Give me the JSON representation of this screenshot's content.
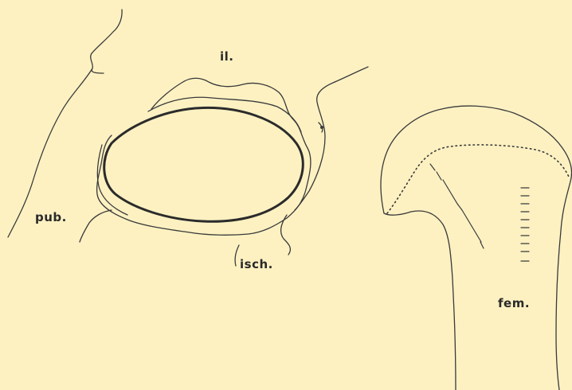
{
  "labels": {
    "ilium": "il.",
    "pubis": "pub.",
    "ischium": "isch.",
    "femur": "fem."
  },
  "colors": {
    "background": "#fdf1c2",
    "line": "#3a3a3a",
    "acetabulum_rim": "#2b2b2b"
  }
}
